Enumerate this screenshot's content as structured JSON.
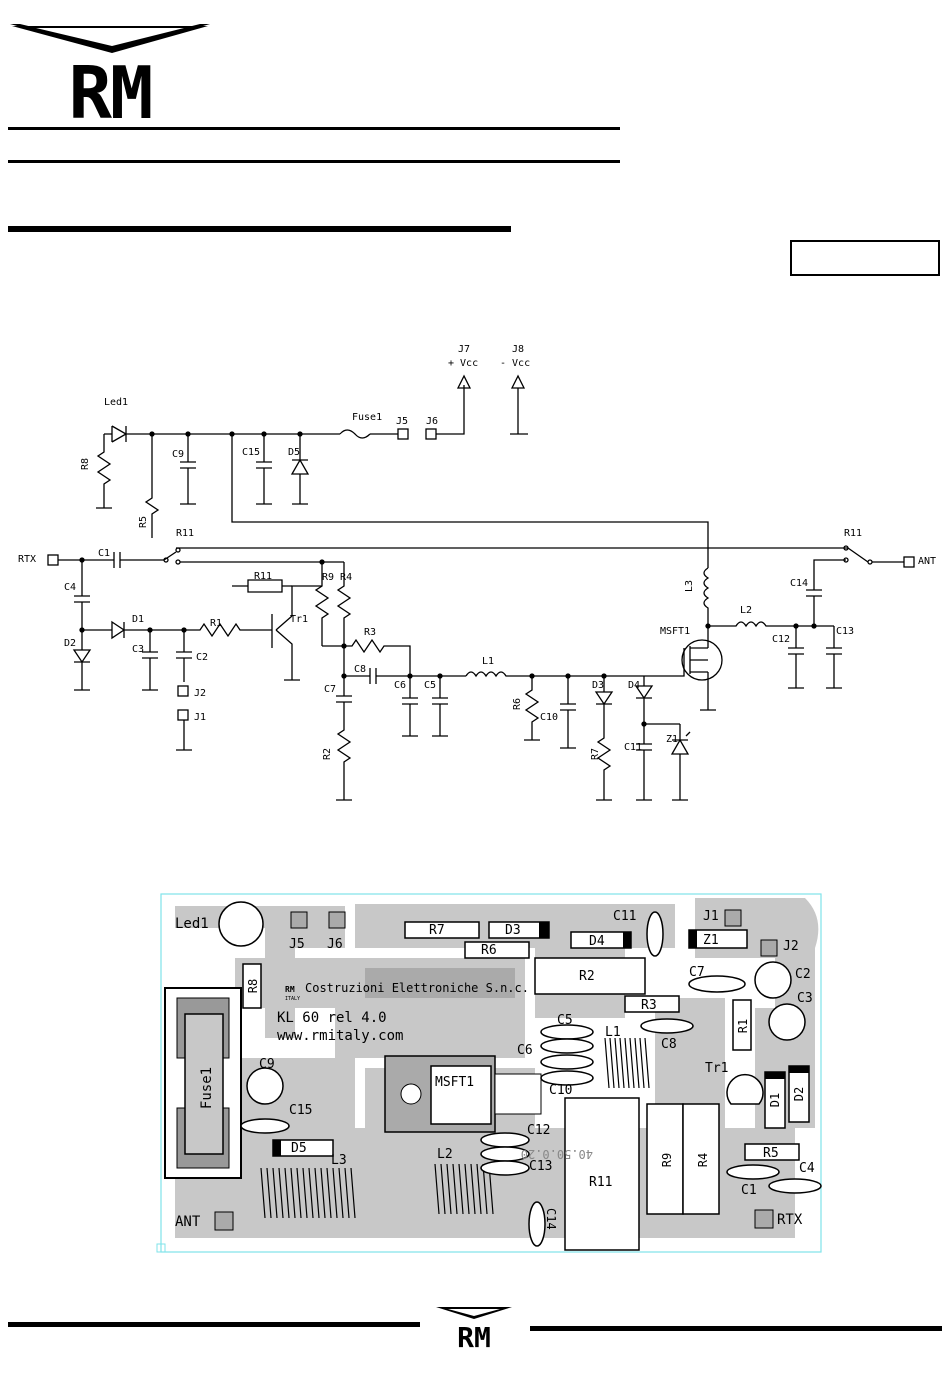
{
  "brand": {
    "logo_text": "RM",
    "small_logo_text": "RM"
  },
  "schematic": {
    "labels": {
      "led1": "Led1",
      "r8": "R8",
      "c9": "C9",
      "c15": "C15",
      "d5": "D5",
      "fuse1": "Fuse1",
      "j5": "J5",
      "j6": "J6",
      "j7": "J7",
      "j7_sub": "+ Vcc",
      "j8": "J8",
      "j8_sub": "- Vcc",
      "r5": "R5",
      "r11_left": "R11",
      "r11_right": "R11",
      "rtx": "RTX",
      "ant": "ANT",
      "c1": "C1",
      "c4": "C4",
      "d2": "D2",
      "d1": "D1",
      "c3": "C3",
      "c2": "C2",
      "j2": "J2",
      "j1": "J1",
      "r1": "R1",
      "r11_mid": "R11",
      "tr1": "Tr1",
      "r9r4": "R9 R4",
      "r3": "R3",
      "c8": "C8",
      "c7": "C7",
      "r2": "R2",
      "c6": "C6",
      "c5": "C5",
      "l1": "L1",
      "r6": "R6",
      "c10": "C10",
      "d3": "D3",
      "d4": "D4",
      "r7": "R7",
      "c11": "C11",
      "z1": "Z1",
      "l3": "L3",
      "msft1": "MSFT1",
      "l2": "L2",
      "c14": "C14",
      "c12": "C12",
      "c13": "C13"
    }
  },
  "pcb": {
    "labels": {
      "led1": "Led1",
      "j5": "J5",
      "j6": "J6",
      "r7": "R7",
      "d3": "D3",
      "c11": "C11",
      "j1": "J1",
      "r6": "R6",
      "d4": "D4",
      "z1": "Z1",
      "j2": "J2",
      "r8": "R8",
      "company": "Costruzioni Elettroniche S.n.c.",
      "r2": "R2",
      "c7": "C7",
      "c2": "C2",
      "model": "KL 60 rel 4.0",
      "website": "www.rmitaly.com",
      "r3": "R3",
      "c3": "C3",
      "c5": "C5",
      "l1": "L1",
      "r1": "R1",
      "c6": "C6",
      "c8": "C8",
      "c9": "C9",
      "msft1": "MSFT1",
      "c10": "C10",
      "tr1": "Tr1",
      "d1": "D1",
      "d2": "D2",
      "fuse1": "Fuse1",
      "c15": "C15",
      "c12": "C12",
      "code": "40.50.0.20",
      "r5": "R5",
      "d5": "D5",
      "l3": "L3",
      "l2": "L2",
      "c13": "C13",
      "r9": "R9",
      "r4": "R4",
      "c4": "C4",
      "r11": "R11",
      "c1": "C1",
      "ant": "ANT",
      "c14": "C14",
      "rtx": "RTX",
      "logo_small": "RM",
      "italy": "ITALY"
    }
  }
}
